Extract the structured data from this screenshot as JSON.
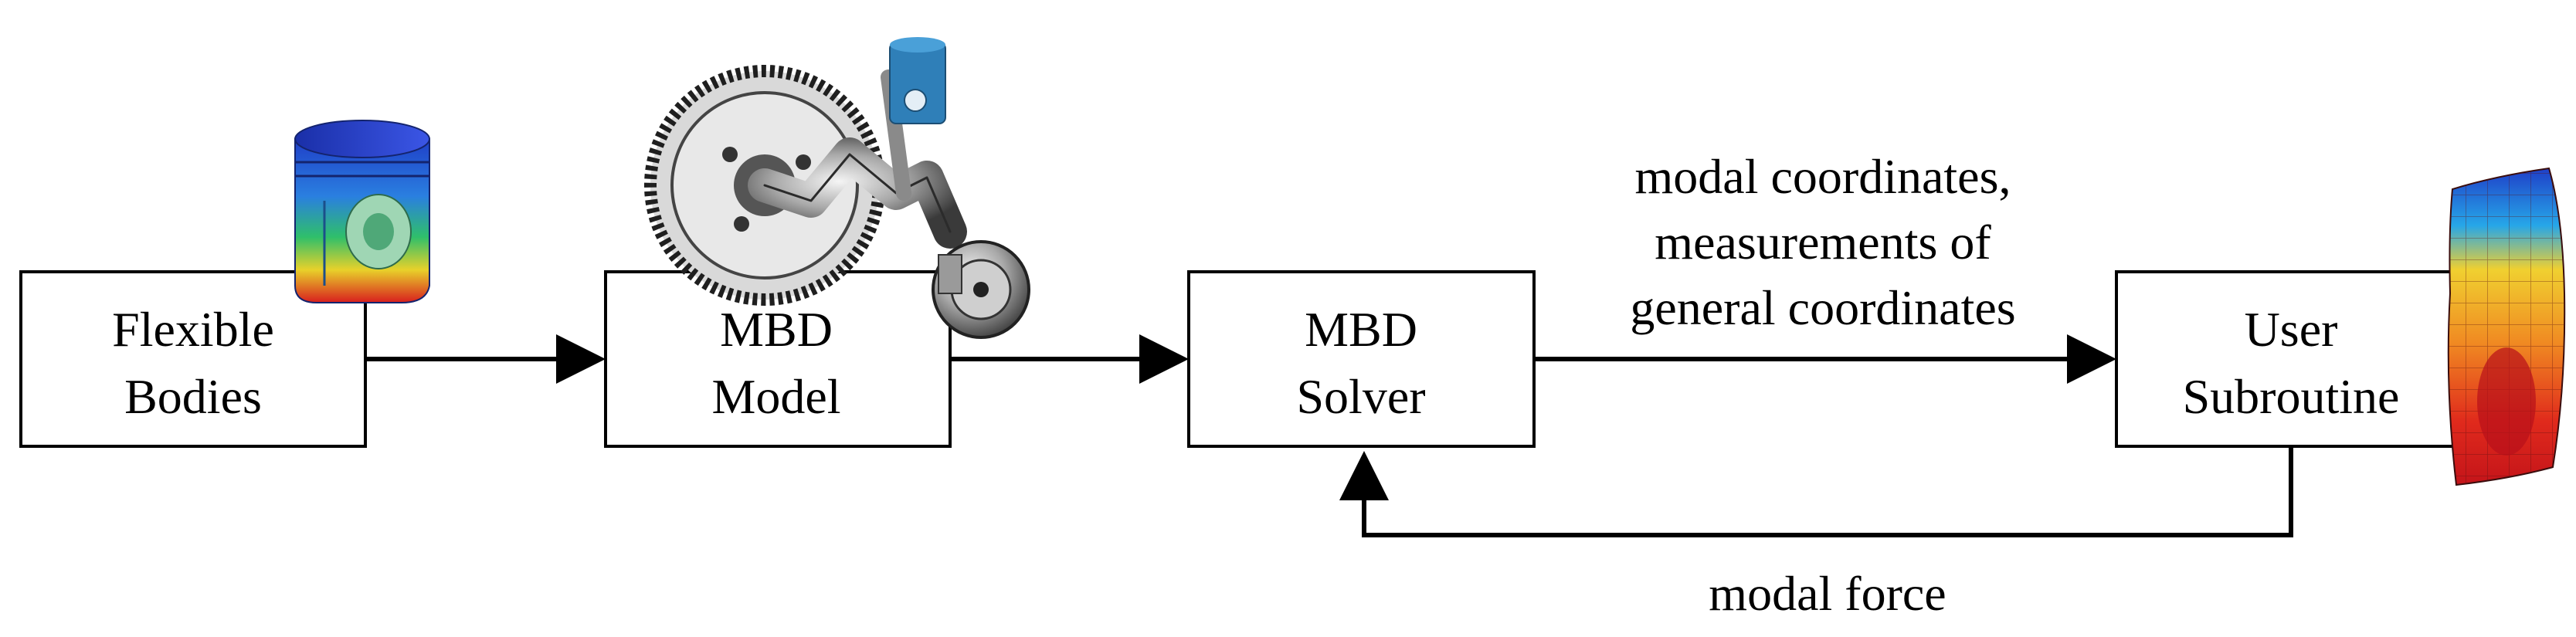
{
  "nodes": {
    "flexible_bodies": {
      "line1": "Flexible",
      "line2": "Bodies"
    },
    "mbd_model": {
      "line1": "MBD",
      "line2": "Model"
    },
    "mbd_solver": {
      "line1": "MBD",
      "line2": "Solver"
    },
    "user_subroutine": {
      "line1": "User",
      "line2": "Subroutine"
    }
  },
  "edges": {
    "solver_to_subroutine": {
      "line1": "modal coordinates,",
      "line2": "measurements of",
      "line3": "general coordinates"
    },
    "subroutine_to_solver": {
      "label": "modal force"
    }
  },
  "illustrations": {
    "piston": "fea-piston-contour-image",
    "engine": "crankshaft-assembly-image",
    "deformation": "fea-deformation-contour-image"
  },
  "colors": {
    "line": "#000000",
    "box_fill": "#ffffff",
    "contour_high": "#d81e1e",
    "contour_low": "#1f3fc8"
  }
}
